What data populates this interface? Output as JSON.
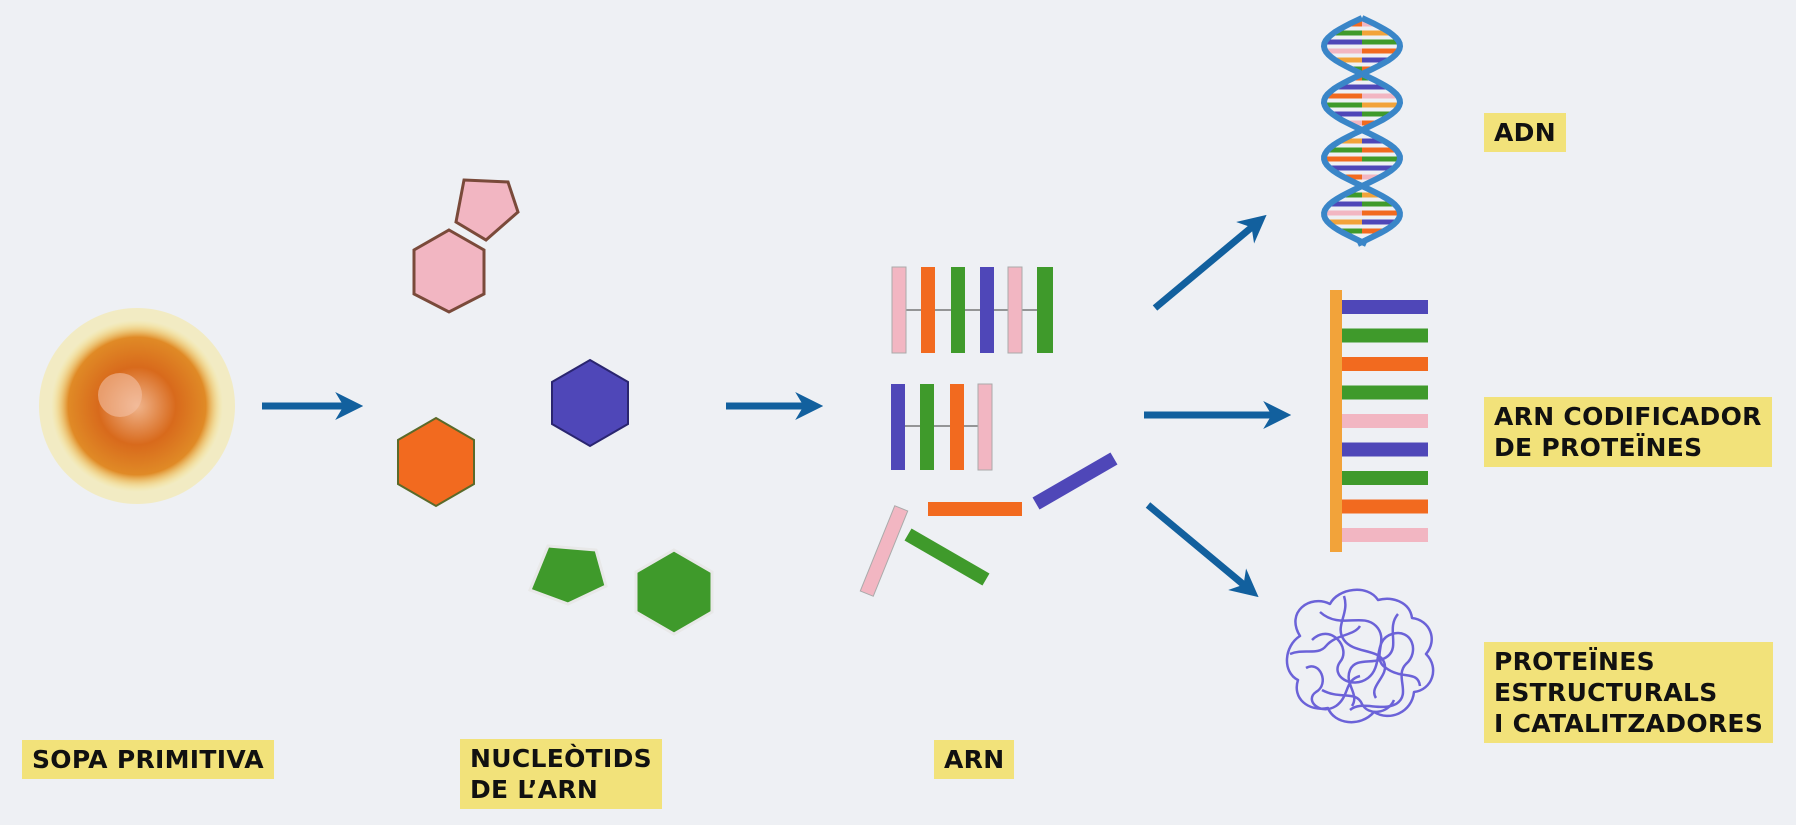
{
  "labels": {
    "sopa": "SOPA PRIMITIVA",
    "nucleotids": "NUCLEÒTIDS\nDE L’ARN",
    "arn": "ARN",
    "adn": "ADN",
    "arn_codificador": "ARN CODIFICADOR\nDE PROTEÏNES",
    "proteines": "PROTEÏNES\nESTRUCTURALS\nI CATALITZADORES"
  },
  "colors": {
    "arrow": "#12609e",
    "pink": "#f2b6c2",
    "orange": "#f26a1f",
    "purple": "#4f47b8",
    "green": "#3f9a2b",
    "backbone": "#f2a33a",
    "protein": "#6b62d8",
    "label_bg": "#f2e27a"
  }
}
